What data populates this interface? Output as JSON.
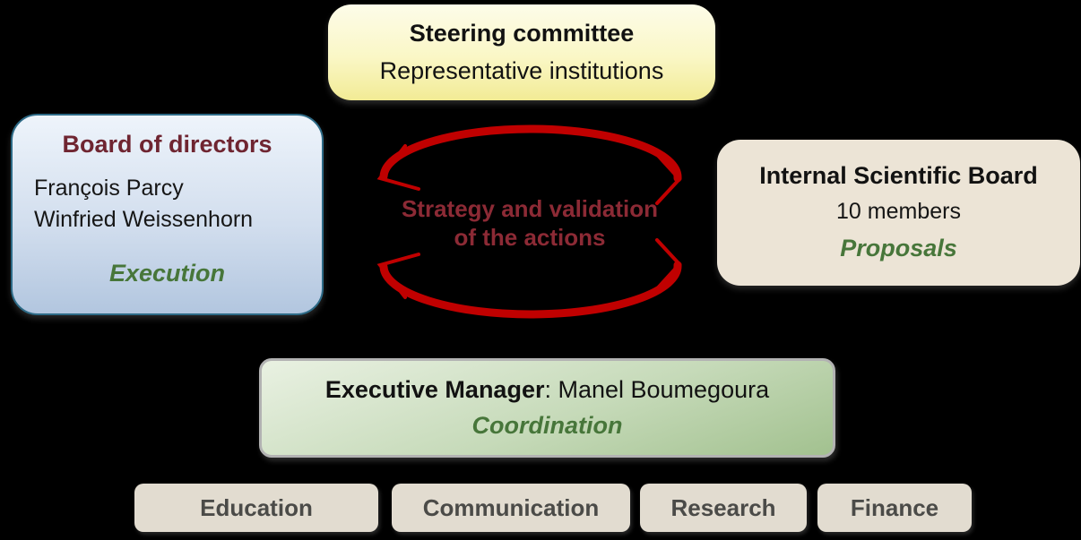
{
  "colors": {
    "arc-red": "#c00000",
    "cycle-text": "#8c2a35",
    "board-title": "#6f2531",
    "role-green": "#47763a",
    "dept-text": "#4b4b48"
  },
  "steering": {
    "title": "Steering committee",
    "subtitle": "Representative institutions"
  },
  "board": {
    "title": "Board of directors",
    "members": [
      "François Parcy",
      "Winfried Weissenhorn"
    ],
    "role": "Execution"
  },
  "scientific_board": {
    "title": "Internal Scientific Board",
    "subtitle": "10 members",
    "role": "Proposals"
  },
  "cycle": {
    "label_line1": "Strategy and validation",
    "label_line2": "of the actions"
  },
  "executive": {
    "title": "Executive Manager",
    "name_suffix": ": Manel Boumegoura",
    "role": "Coordination"
  },
  "departments": [
    {
      "label": "Education"
    },
    {
      "label": "Communication"
    },
    {
      "label": "Research"
    },
    {
      "label": "Finance"
    }
  ]
}
